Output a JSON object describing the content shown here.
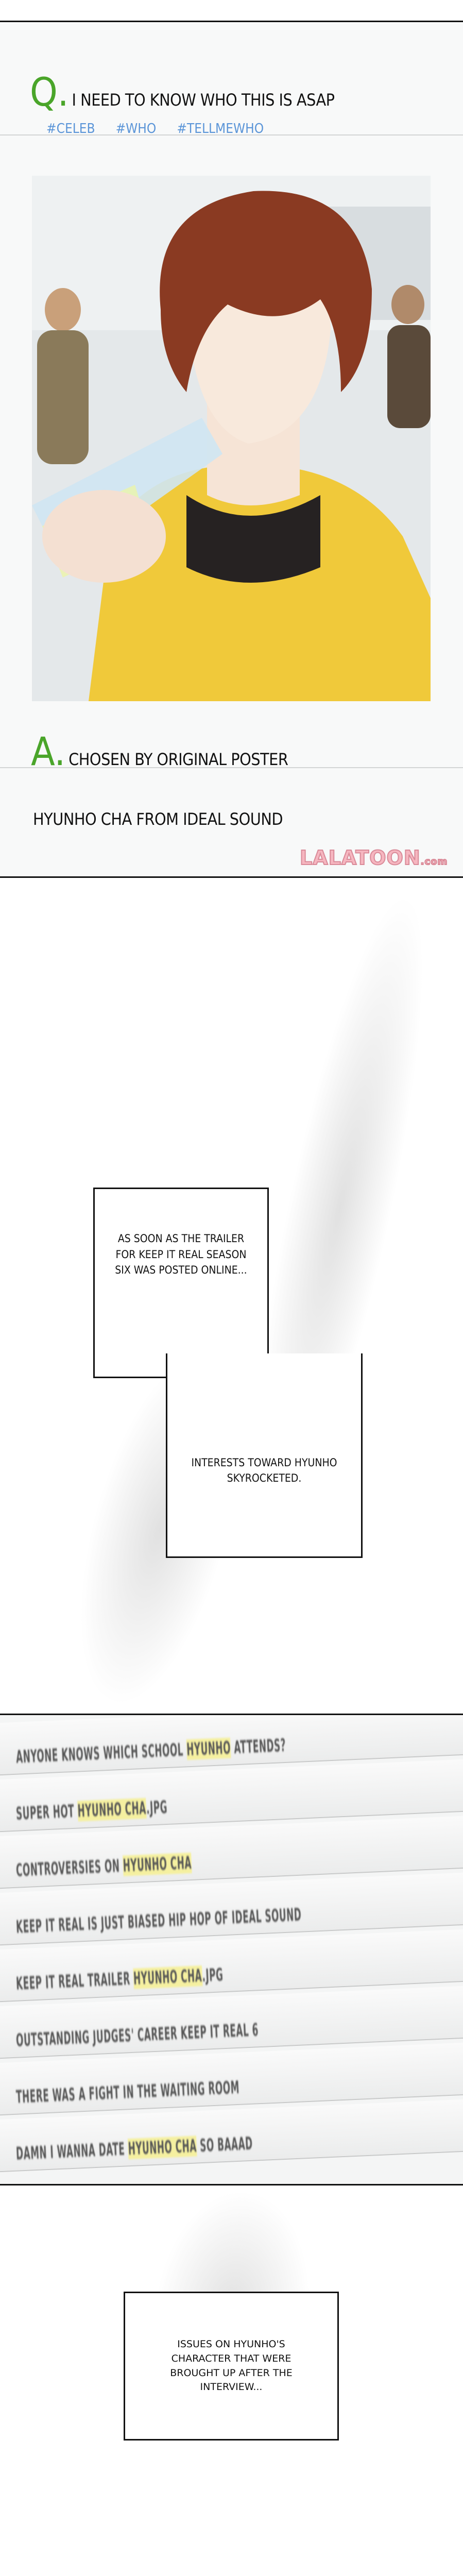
{
  "question": {
    "prefix": "Q.",
    "title": "I NEED TO KNOW WHO THIS IS ASAP",
    "tags": [
      "#CELEB",
      "#WHO",
      "#TELLMEWHO"
    ]
  },
  "answer": {
    "prefix": "A.",
    "label": "CHOSEN BY ORIGINAL POSTER",
    "text": "HYUNHO CHA FROM IDEAL SOUND"
  },
  "watermark": {
    "main": "LALATOON",
    "suffix": ".com"
  },
  "captions": {
    "box1": "AS SOON AS THE TRAILER FOR KEEP IT REAL SEASON SIX WAS POSTED ONLINE...",
    "box2": "INTERESTS TOWARD HYUNHO SKYROCKETED.",
    "box3": "ISSUES ON HYUNHO'S CHARACTER THAT WERE BROUGHT UP AFTER THE INTERVIEW..."
  },
  "search_results": [
    {
      "before": "ANYONE KNOWS WHICH SCHOOL ",
      "highlight": "HYUNHO",
      "after": " ATTENDS?"
    },
    {
      "before": "SUPER HOT ",
      "highlight": "HYUNHO CHA",
      "after": ".JPG"
    },
    {
      "before": "CONTROVERSIES ON ",
      "highlight": "HYUNHO CHA",
      "after": ""
    },
    {
      "before": "KEEP IT REAL IS JUST BIASED HIP HOP OF IDEAL SOUND",
      "highlight": "",
      "after": ""
    },
    {
      "before": "KEEP IT REAL TRAILER ",
      "highlight": "HYUNHO CHA",
      "after": ".JPG"
    },
    {
      "before": "OUTSTANDING JUDGES' CAREER KEEP IT REAL 6",
      "highlight": "",
      "after": ""
    },
    {
      "before": "THERE WAS A FIGHT IN THE WAITING ROOM",
      "highlight": "",
      "after": ""
    },
    {
      "before": "DAMN I WANNA DATE ",
      "highlight": "HYUNHO CHA",
      "after": " SO BAAAD"
    }
  ],
  "colors": {
    "accent_green": "#4aa52a",
    "tag_blue": "#5b95d8",
    "highlight": "#f5f0a0",
    "hoodie": "#f0c93a",
    "hair": "#8a3a22"
  }
}
